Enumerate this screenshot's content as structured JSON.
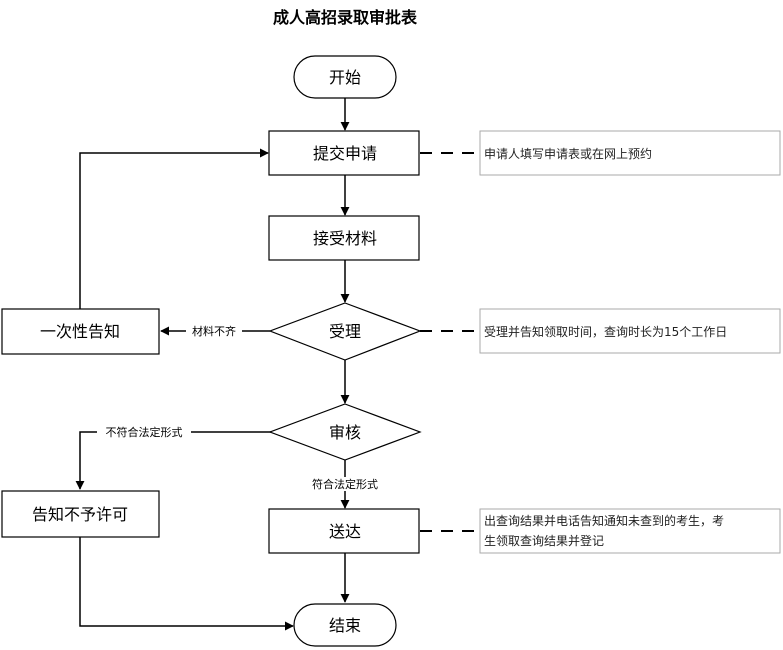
{
  "title": "成人高招录取审批表",
  "nodes": {
    "start": "开始",
    "submit": "提交申请",
    "receive": "接受材料",
    "accept": "受理",
    "notify_once": "一次性告知",
    "review": "审核",
    "deny": "告知不予许可",
    "deliver": "送达",
    "end": "结束"
  },
  "edges": {
    "incomplete": "材料不齐",
    "nonconform": "不符合法定形式",
    "conform": "符合法定形式"
  },
  "notes": {
    "submit": "申请人填写申请表或在网上预约",
    "accept": "受理并告知领取时间，查询时长为15个工作日",
    "deliver_line1": "出查询结果并电话告知通知未查到的考生，考",
    "deliver_line2": "生领取查询结果并登记"
  }
}
